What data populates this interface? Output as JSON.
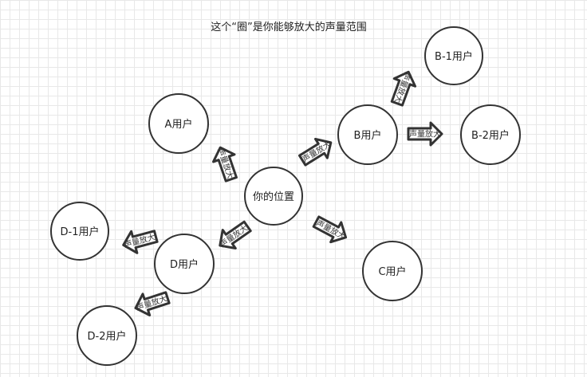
{
  "title": "这个“圈”是你能够放大的声量范围",
  "arrow_text": "声量放大",
  "nodes": {
    "you": "你的位置",
    "a": "A用户",
    "b": "B用户",
    "b1": "B-1用户",
    "b2": "B-2用户",
    "c": "C用户",
    "d": "D用户",
    "d1": "D-1用户",
    "d2": "D-2用户"
  },
  "colors": {
    "stroke": "#333333",
    "fill": "#ffffff",
    "grid": "#e8e8e8"
  }
}
